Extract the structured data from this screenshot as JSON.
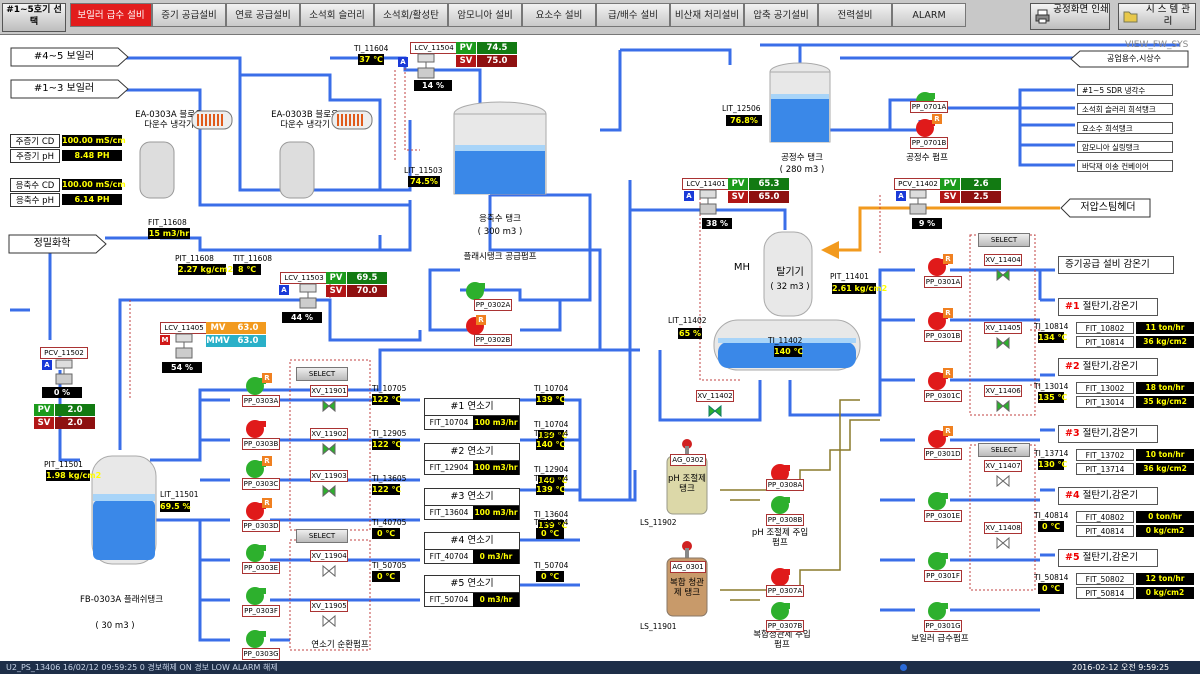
{
  "topbar": {
    "unit_select": "#1~5호기 선 택",
    "tabs": [
      "보일러 급수 설비",
      "증기 공급설비",
      "연료 공급설비",
      "소석회 슬러리",
      "소석회/활성탄",
      "암모니아 설비",
      "요소수 설비",
      "급/배수 설비",
      "비산재 처리설비",
      "압축 공기설비",
      "전력설비",
      "ALARM"
    ],
    "print_btn": "공정화면 인쇄",
    "sys_btn": "시 스 템 관 리",
    "view_id": "VIEW_FW_SYS"
  },
  "left": {
    "boiler45": "#4~5 보일러",
    "boiler13": "#1~3 보일러",
    "cond_rows": [
      {
        "label": "주증기 CD",
        "value": "100.00 mS/cm"
      },
      {
        "label": "주증기 pH",
        "value": "8.48 PH"
      },
      {
        "label": "응축수 CD",
        "value": "100.00 mS/cm"
      },
      {
        "label": "응축수 pH",
        "value": "6.14 PH"
      }
    ],
    "cooler_a": "EA-0303A 블로우다운수 냉각기",
    "cooler_b": "EA-0303B 블로우다운수 냉각기",
    "source": "정밀화학",
    "fit_11608": {
      "tag": "FIT_11608",
      "value": "15 m3/hr"
    },
    "pit_11608": {
      "tag": "PIT_11608",
      "value": "2.27 kg/cm2"
    },
    "tit_11608": {
      "tag": "TIT_11608",
      "value": "8 ℃"
    },
    "ti_11604": {
      "tag": "TI_11604",
      "value": "37 ℃"
    },
    "lcv_11504": {
      "tag": "LCV_11504",
      "pv": "74.5",
      "sv": "75.0",
      "out": "14 %"
    },
    "lit_11503": {
      "tag": "LIT_11503",
      "value": "74.5%"
    },
    "condensate_tank": "응축수 탱크",
    "condensate_cap": "( 300 m3 )",
    "flash_pump": "플래시탱크 공급펌프",
    "lcv_11503": {
      "tag": "LCV_11503",
      "pv": "69.5",
      "sv": "70.0",
      "out": "44 %"
    },
    "lcv_11405": {
      "tag": "LCV_11405",
      "mv": "63.0",
      "mmv": "63.0",
      "out": "54 %"
    },
    "pcv_11502": {
      "tag": "PCV_11502",
      "pv": "2.0",
      "sv": "2.0",
      "out": "0 %"
    },
    "pit_11501": {
      "tag": "PIT_11501",
      "value": "1.98 kg/cm2"
    },
    "lit_11501": {
      "tag": "LIT_11501",
      "value": "69.5 %"
    },
    "flash_tank": "FB-0303A 플래쉬탱크",
    "flash_cap": "( 30 m3 )",
    "pumps_left": [
      "PP_0303A",
      "PP_0303B",
      "PP_0303C",
      "PP_0303D",
      "PP_0303E",
      "PP_0303F",
      "PP_0303G"
    ],
    "pumps_flash": [
      "PP_0302A",
      "PP_0302B"
    ],
    "furnace_pump_label": "연소기 순환펌프"
  },
  "furnaces": [
    {
      "title": "#1 연소기",
      "fit": "FIT_10704",
      "flow": "100 m3/hr",
      "ti_in": "TI_10705",
      "t_in": "122 ℃",
      "ti_out": "TI_10704",
      "t_out": "139 ℃",
      "xv": "XV_11901"
    },
    {
      "title": "#2 연소기",
      "fit": "FIT_12904",
      "flow": "100 m3/hr",
      "ti_in": "TI_12905",
      "t_in": "122 ℃",
      "ti_out": "TI_12904",
      "t_out": "140 ℃",
      "xv": "XV_11902"
    },
    {
      "title": "#3 연소기",
      "fit": "FIT_13604",
      "flow": "100 m3/hr",
      "ti_in": "TI_13605",
      "t_in": "122 ℃",
      "ti_out": "TI_13604",
      "t_out": "139 ℃",
      "xv": "XV_11903"
    },
    {
      "title": "#4 연소기",
      "fit": "FIT_40704",
      "flow": "0 m3/hr",
      "ti_in": "TI_40705",
      "t_in": "0 ℃",
      "ti_out": "TI_40704",
      "t_out": "0 ℃",
      "xv": "XV_11904"
    },
    {
      "title": "#5 연소기",
      "fit": "FIT_50704",
      "flow": "0 m3/hr",
      "ti_in": "TI_50705",
      "t_in": "0 ℃",
      "ti_out": "TI_50704",
      "t_out": "0 ℃",
      "xv": "XV_11905"
    }
  ],
  "select_label": "SELECT",
  "center": {
    "industrial": "공업용수,시상수",
    "lit_12506": {
      "tag": "LIT_12506",
      "value": "76.8%"
    },
    "process_tank": "공정수 탱크",
    "process_cap": "( 280 m3 )",
    "process_pump": "공정수 펌프",
    "pumps_process": [
      "PP_0701A",
      "PP_0701B"
    ],
    "dests": [
      "#1~5 SDR 냉각수",
      "소석회 슬러리 희석탱크",
      "요소수 희석탱크",
      "암모니아 실링탱크",
      "바닥재 이송 컨베이어"
    ],
    "lcv_11401": {
      "tag": "LCV_11401",
      "pv": "65.3",
      "sv": "65.0",
      "out": "38 %"
    },
    "pcv_11402": {
      "tag": "PCV_11402",
      "pv": "2.6",
      "sv": "2.5",
      "out": "9 %"
    },
    "steam_header": "저압스팀헤더",
    "deaerator": "탈기기",
    "deaerator_cap": "( 32 m3 )",
    "mh": "MH",
    "pit_11401": {
      "tag": "PIT_11401",
      "value": "2.61 kg/cm2"
    },
    "lit_11402": {
      "tag": "LIT_11402",
      "value": "65 %"
    },
    "ti_11402": {
      "tag": "TI_11402",
      "value": "140 ℃"
    },
    "xv_11402": "XV_11402",
    "ph_tank": {
      "tag": "AG_0302",
      "name": "pH 조절제 탱크",
      "pump": "pH 조절제 주입펌프",
      "ls": "LS_11902",
      "pumps": [
        "PP_0308A",
        "PP_0308B"
      ]
    },
    "comp_tank": {
      "tag": "AG_0301",
      "name": "복합 청관제 탱크",
      "pump": "복합청관제 주입펌프",
      "ls": "LS_11901",
      "pumps": [
        "PP_0307A",
        "PP_0307B"
      ]
    }
  },
  "right": {
    "pumps": [
      "PP_0301A",
      "PP_0301B",
      "PP_0301C",
      "PP_0301D",
      "PP_0301E",
      "PP_0301F",
      "PP_0301G"
    ],
    "feed_pump_label": "보일러 급수펌프",
    "steam_cooler": "증기공급 설비 감온기",
    "xv": [
      "XV_11404",
      "XV_11405",
      "XV_11406",
      "XV_11407",
      "XV_11408"
    ],
    "stms": [
      {
        "n": "#1",
        "label": "절탄기,감온기",
        "ti": "TI_10814",
        "t": "134 ℃",
        "f1": "FIT_10802",
        "v1": "11 ton/hr",
        "f2": "PIT_10814",
        "v2": "36 kg/cm2"
      },
      {
        "n": "#2",
        "label": "절탄기,감온기",
        "ti": "TI_13014",
        "t": "135 ℃",
        "f1": "FIT_13002",
        "v1": "18 ton/hr",
        "f2": "PIT_13014",
        "v2": "35 kg/cm2"
      },
      {
        "n": "#3",
        "label": "절탄기,감온기",
        "ti": "TI_13714",
        "t": "130 ℃",
        "f1": "FIT_13702",
        "v1": "10 ton/hr",
        "f2": "PIT_13714",
        "v2": "36 kg/cm2"
      },
      {
        "n": "#4",
        "label": "절탄기,감온기",
        "ti": "TI_40814",
        "t": "0 ℃",
        "f1": "FIT_40802",
        "v1": "0 ton/hr",
        "f2": "PIT_40814",
        "v2": "0 kg/cm2"
      },
      {
        "n": "#5",
        "label": "절탄기,감온기",
        "ti": "TI_50814",
        "t": "0 ℃",
        "f1": "FIT_50802",
        "v1": "12 ton/hr",
        "f2": "PIT_50814",
        "v2": "0 kg/cm2"
      }
    ]
  },
  "status": {
    "left": "U2_PS_13406   16/02/12 09:59:25   0   경보해제   ON 경보   LOW ALARM 해제",
    "clock": "2016-02-12 오전 9:59:25"
  },
  "colors": {
    "pipe": "#3a6ee8",
    "steam": "#f29a1e",
    "chem": "#8a7a2c",
    "alarm_red": "#e21c1c",
    "pv_green": "#1c9b1c",
    "sv_red": "#b21616"
  }
}
